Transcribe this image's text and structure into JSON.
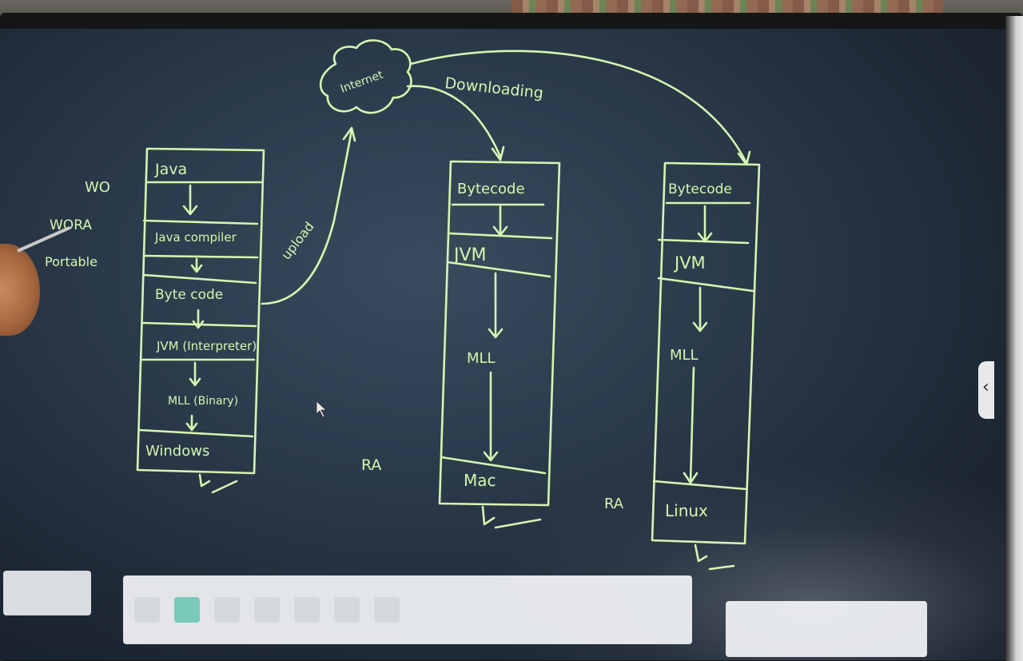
{
  "board": {
    "annotations": {
      "wo": "WO",
      "wora": "WORA",
      "portable": "Portable",
      "upload": "upload",
      "internet": "Internet",
      "downloading": "Downloading",
      "ra_mac": "RA",
      "ra_linux": "RA"
    },
    "stack_windows": {
      "items": [
        "Java",
        "Java compiler",
        "Byte code",
        "JVM (Interpreter)",
        "MLL (Binary)",
        "Windows"
      ]
    },
    "stack_mac": {
      "items": [
        "Bytecode",
        "JVM",
        "MLL",
        "Mac"
      ]
    },
    "stack_linux": {
      "items": [
        "Bytecode",
        "JVM",
        "MLL",
        "Linux"
      ]
    }
  },
  "colors": {
    "ink": "#d6f5b0",
    "screen": "#2b3a4b",
    "toolbar": "#eef0f2",
    "active_tool": "#7ed3c2"
  }
}
